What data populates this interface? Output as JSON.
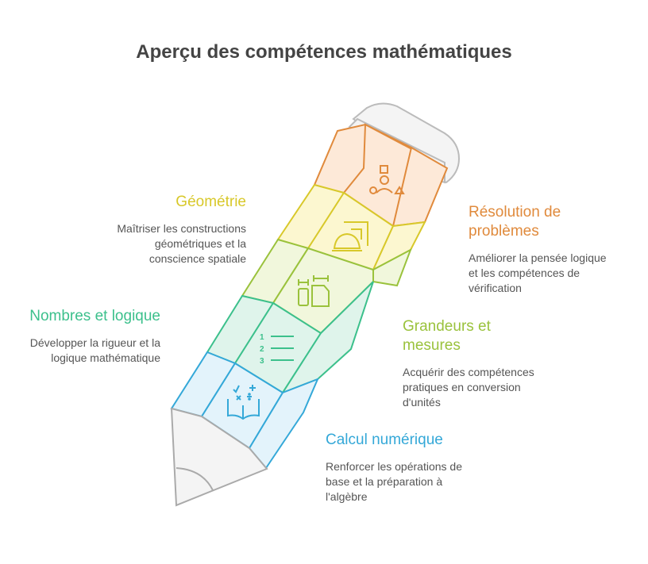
{
  "title": "Aperçu des compétences mathématiques",
  "colors": {
    "orange": "#e08a3c",
    "yellow": "#d8c82a",
    "lime": "#9ac23c",
    "green": "#3cc08c",
    "blue": "#34a8d8"
  },
  "labels": {
    "geometrie": {
      "title": "Géométrie",
      "desc": [
        "Maîtriser les constructions",
        "géométriques et la",
        "conscience spatiale"
      ]
    },
    "resolution": {
      "title": [
        "Résolution de",
        "problèmes"
      ],
      "desc": [
        "Améliorer la pensée logique",
        "et les compétences de",
        "vérification"
      ]
    },
    "nombres": {
      "title": "Nombres et logique",
      "desc": [
        "Développer la rigueur et la",
        "logique mathématique"
      ]
    },
    "grandeurs": {
      "title": [
        "Grandeurs et",
        "mesures"
      ],
      "desc": [
        "Acquérir des compétences",
        "pratiques en conversion",
        "d'unités"
      ]
    },
    "calcul": {
      "title": "Calcul numérique",
      "desc": [
        "Renforcer les opérations de",
        "base et la préparation à",
        "l'algèbre"
      ]
    }
  },
  "icons": {
    "numbers_list": [
      "1",
      "2",
      "3"
    ]
  }
}
